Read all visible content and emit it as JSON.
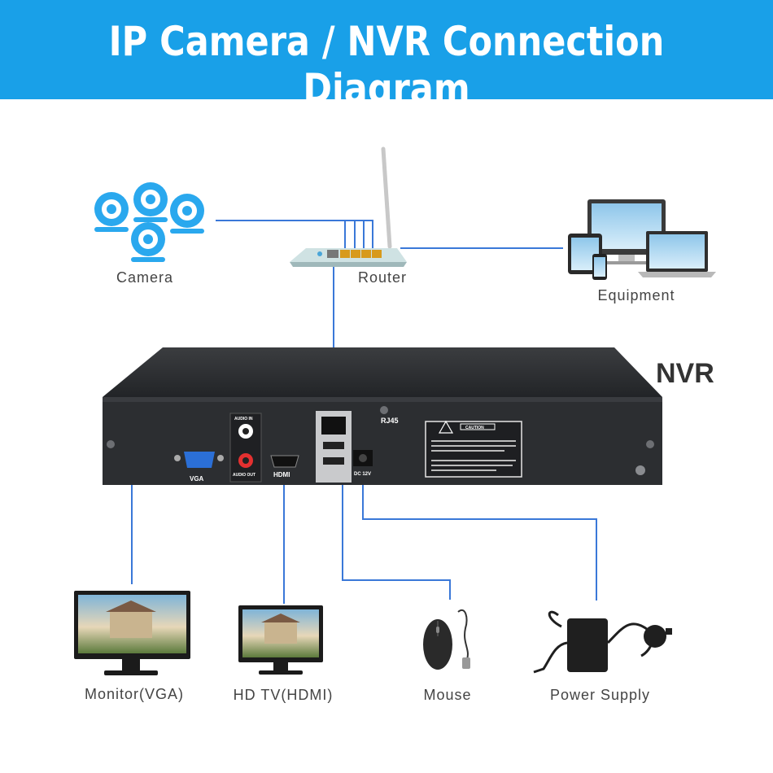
{
  "title": "IP Camera / NVR Connection Diagram",
  "nvr": {
    "label": "NVR",
    "ports": {
      "rj45": "RJ45",
      "vga": "VGA",
      "audio_in": "AUDIO IN",
      "audio_out": "AUDIO OUT",
      "hdmi": "HDMI",
      "dc": "DC 12V"
    },
    "caution_title": "CAUTION"
  },
  "nodes": {
    "camera": "Camera",
    "router": "Router",
    "equipment": "Equipment",
    "monitor": "Monitor(VGA)",
    "hdtv": "HD TV(HDMI)",
    "mouse": "Mouse",
    "power": "Power Supply"
  },
  "colors": {
    "banner": "#19a0e8",
    "wire": "#3a78d8",
    "camera_icon": "#2aa8ee",
    "nvr_body": "#2c2e31"
  }
}
